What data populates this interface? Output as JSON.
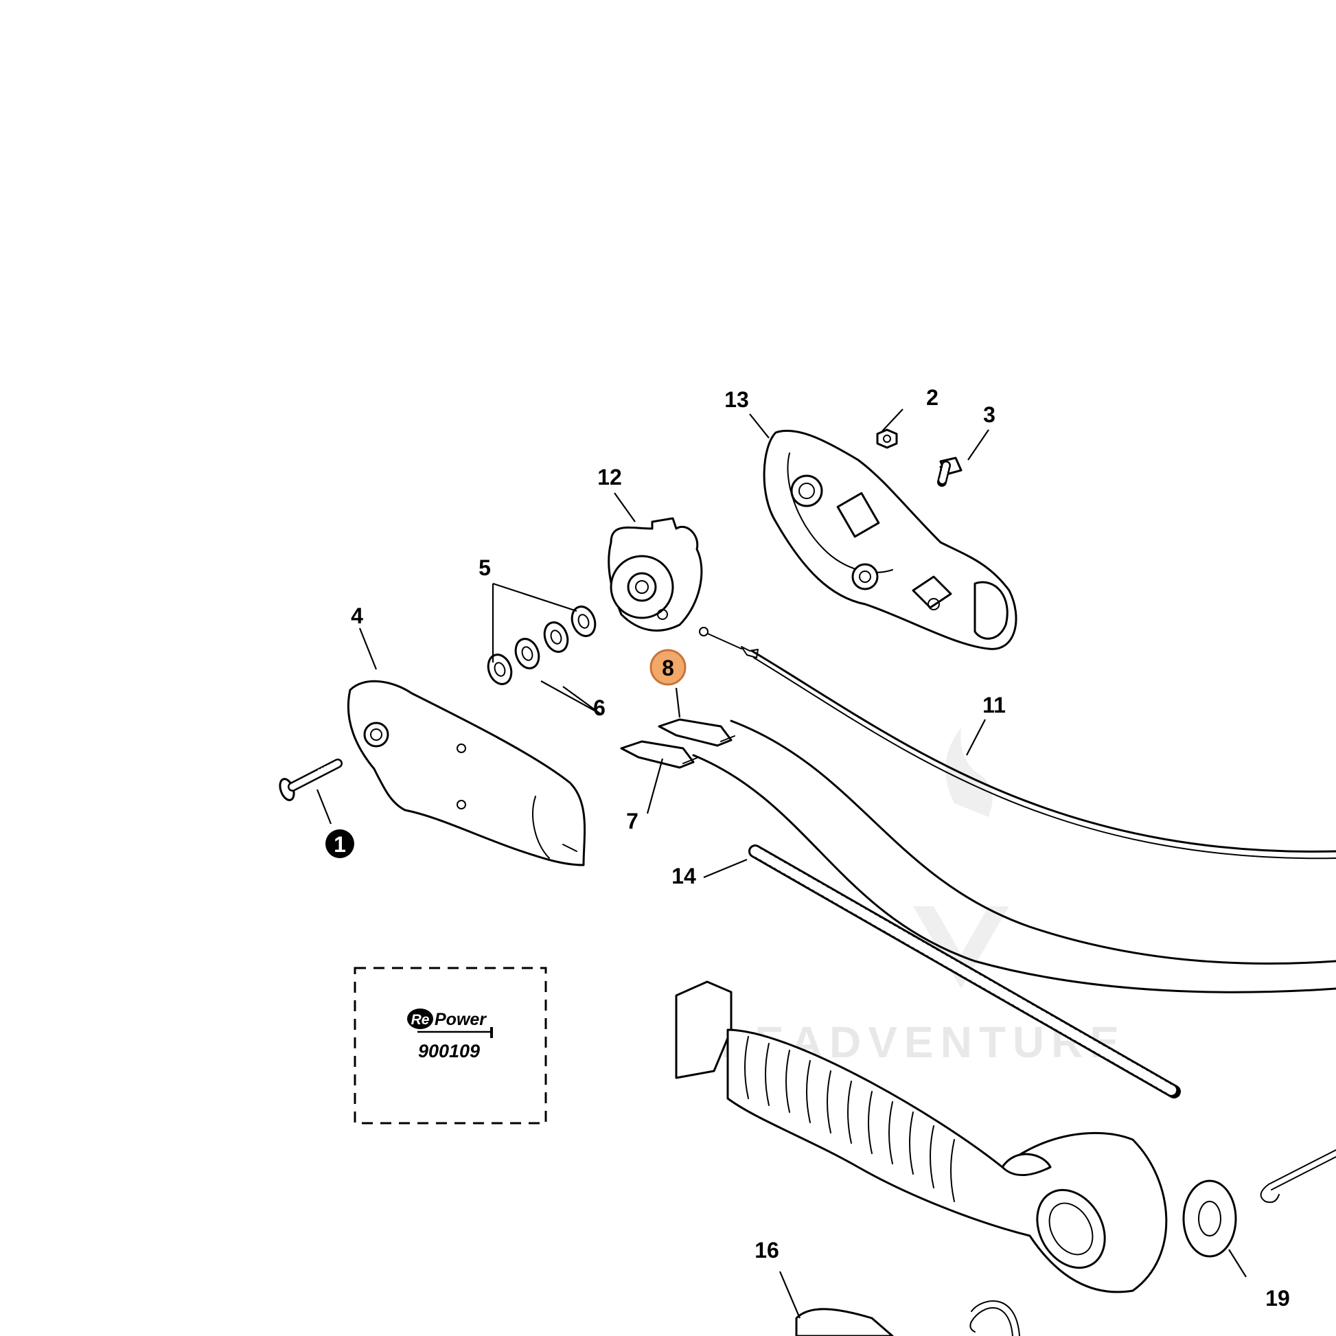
{
  "callouts": {
    "c1": "1",
    "c2": "2",
    "c3": "3",
    "c4": "4",
    "c5": "5",
    "c6": "6",
    "c7": "7",
    "c8": "8",
    "c11": "11",
    "c12": "12",
    "c13": "13",
    "c14": "14",
    "c16": "16",
    "c19": "19"
  },
  "highlight": {
    "callout": "8",
    "color": "#f2a869",
    "stroke": "#c8733a"
  },
  "kit_box": {
    "logo_re": "Re",
    "logo_power": "Power",
    "part_number": "900109"
  },
  "watermark": "LEADVENTURE"
}
